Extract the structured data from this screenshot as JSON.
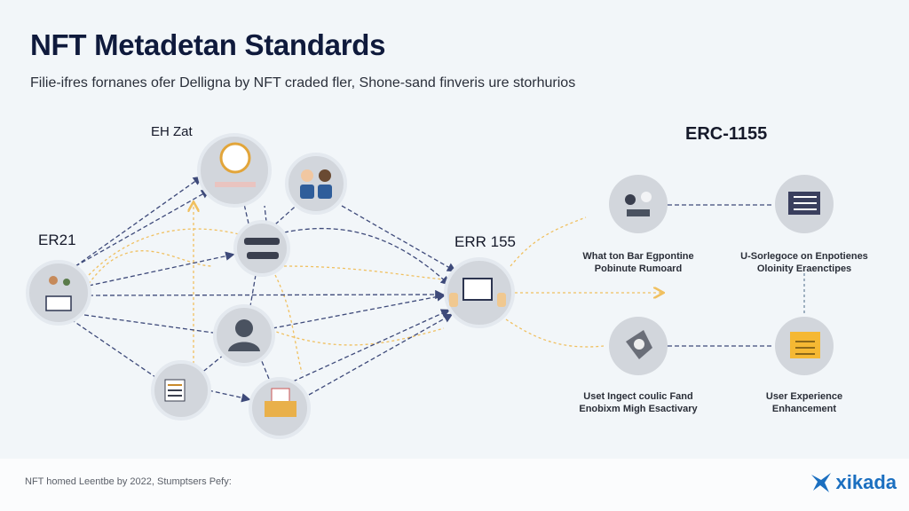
{
  "header": {
    "title": "NFT Metadetan Standards",
    "subtitle": "Filie-ifres fornanes ofer Delligna by NFT craded fler, Shone-sand finveris ure storhurios"
  },
  "diagram": {
    "labels": {
      "top": "EH Zat",
      "left": "ER21",
      "middle": "ERR 155",
      "right_heading": "ERC-1155"
    },
    "captions": [
      {
        "line1": "What ton Bar Egpontine",
        "line2": "Pobinute Rumoard"
      },
      {
        "line1": "U-Sorlegoce on Enpotienes",
        "line2": "Oloinity Eraenctipes"
      },
      {
        "line1": "Uset Ingect coulic Fand",
        "line2": "Enobixm Migh Esactivary"
      },
      {
        "line1": "User Experience",
        "line2": "Enhancement"
      }
    ],
    "colors": {
      "dark_link": "#3e4a7a",
      "gold_link": "#f0c060",
      "node": "#d2d6dc",
      "accent": "#1b6fc0"
    }
  },
  "footer": {
    "text": "NFT homed Leentbe by 2022, Stumptsers Pefy:",
    "logo_text": "xikada",
    "logo_icon": "star-burst-icon"
  }
}
